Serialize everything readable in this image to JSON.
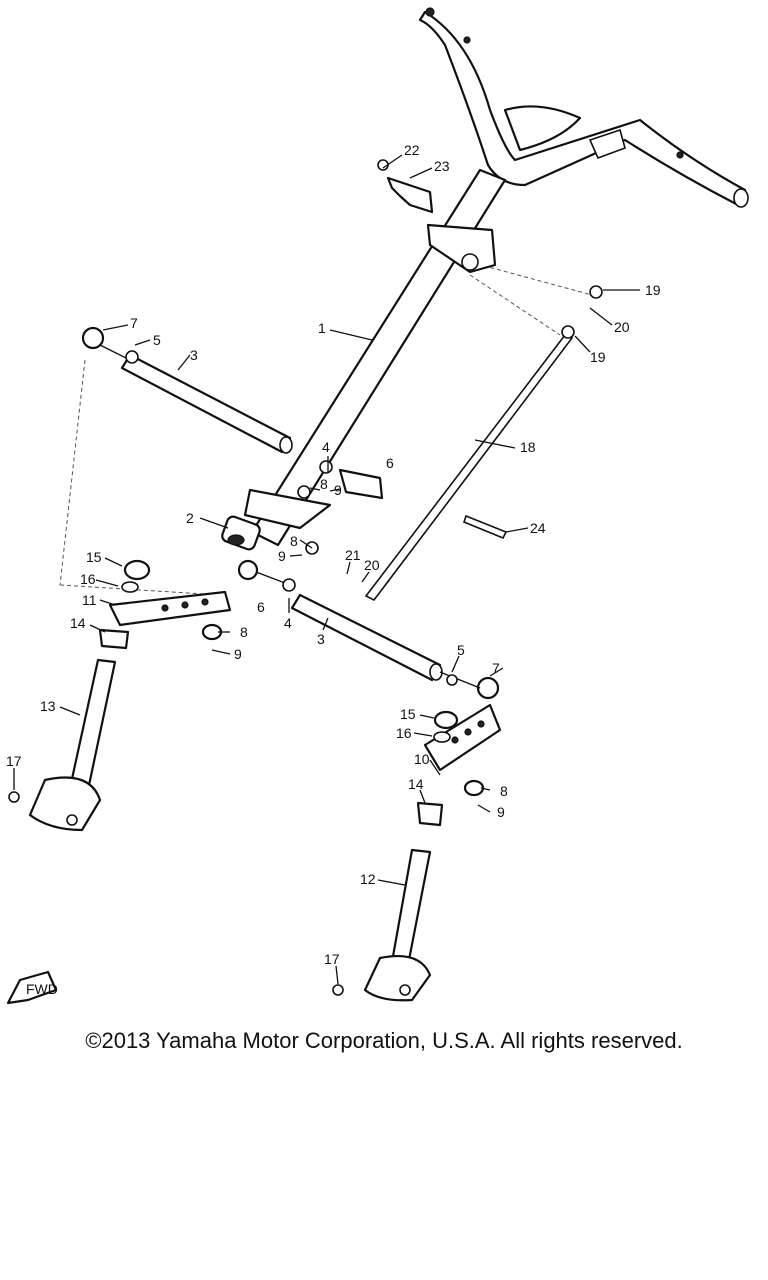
{
  "diagram": {
    "callouts": [
      {
        "id": "c1",
        "label": "1"
      },
      {
        "id": "c2",
        "label": "2"
      },
      {
        "id": "c3a",
        "label": "3"
      },
      {
        "id": "c3b",
        "label": "3"
      },
      {
        "id": "c4a",
        "label": "4"
      },
      {
        "id": "c4b",
        "label": "4"
      },
      {
        "id": "c5a",
        "label": "5"
      },
      {
        "id": "c5b",
        "label": "5"
      },
      {
        "id": "c6a",
        "label": "6"
      },
      {
        "id": "c6b",
        "label": "6"
      },
      {
        "id": "c7a",
        "label": "7"
      },
      {
        "id": "c7b",
        "label": "7"
      },
      {
        "id": "c8a",
        "label": "8"
      },
      {
        "id": "c8b",
        "label": "8"
      },
      {
        "id": "c8c",
        "label": "8"
      },
      {
        "id": "c8d",
        "label": "8"
      },
      {
        "id": "c9a",
        "label": "9"
      },
      {
        "id": "c9b",
        "label": "9"
      },
      {
        "id": "c9c",
        "label": "9"
      },
      {
        "id": "c9d",
        "label": "9"
      },
      {
        "id": "c10",
        "label": "10"
      },
      {
        "id": "c11",
        "label": "11"
      },
      {
        "id": "c12",
        "label": "12"
      },
      {
        "id": "c13",
        "label": "13"
      },
      {
        "id": "c14a",
        "label": "14"
      },
      {
        "id": "c14b",
        "label": "14"
      },
      {
        "id": "c15a",
        "label": "15"
      },
      {
        "id": "c15b",
        "label": "15"
      },
      {
        "id": "c16a",
        "label": "16"
      },
      {
        "id": "c16b",
        "label": "16"
      },
      {
        "id": "c17a",
        "label": "17"
      },
      {
        "id": "c17b",
        "label": "17"
      },
      {
        "id": "c18",
        "label": "18"
      },
      {
        "id": "c19a",
        "label": "19"
      },
      {
        "id": "c19b",
        "label": "19"
      },
      {
        "id": "c20a",
        "label": "20"
      },
      {
        "id": "c20b",
        "label": "20"
      },
      {
        "id": "c21",
        "label": "21"
      },
      {
        "id": "c22",
        "label": "22"
      },
      {
        "id": "c23",
        "label": "23"
      },
      {
        "id": "c24",
        "label": "24"
      }
    ],
    "fwd_label": "FWD"
  },
  "footer": {
    "copyright": "©2013 Yamaha Motor Corporation, U.S.A. All rights reserved."
  }
}
